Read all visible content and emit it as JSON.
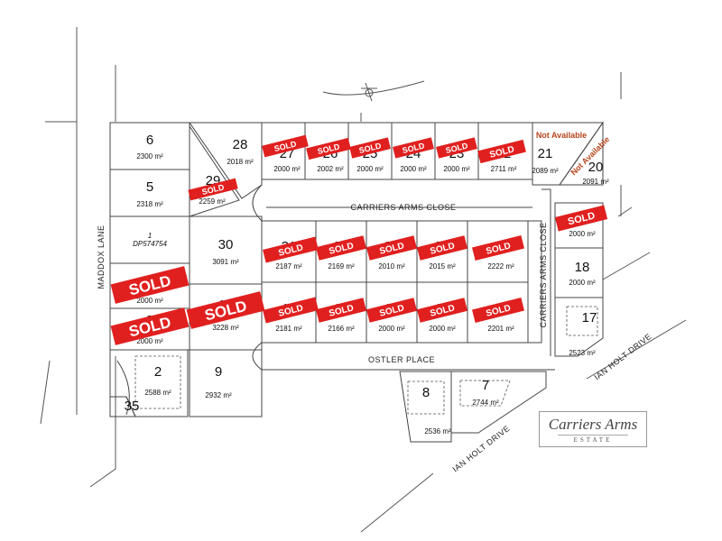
{
  "lots": [
    {
      "number": "6",
      "area": "2300 m²",
      "status": "available"
    },
    {
      "number": "5",
      "area": "2318 m²",
      "status": "available"
    },
    {
      "number": "4",
      "area": "2000 m²",
      "status": "sold"
    },
    {
      "number": "3",
      "area": "2000 m²",
      "status": "sold"
    },
    {
      "number": "2",
      "area": "2588 m²",
      "status": "available"
    },
    {
      "number": "35",
      "area": "",
      "status": "available"
    },
    {
      "number": "28",
      "area": "2018 m²",
      "status": "available"
    },
    {
      "number": "29",
      "area": "2259 m²",
      "status": "sold"
    },
    {
      "number": "30",
      "area": "3091 m²",
      "status": "available"
    },
    {
      "number": "10",
      "area": "3228 m²",
      "status": "sold"
    },
    {
      "number": "9",
      "area": "2932 m²",
      "status": "available"
    },
    {
      "number": "27",
      "area": "2000 m²",
      "status": "sold"
    },
    {
      "number": "26",
      "area": "2002 m²",
      "status": "sold"
    },
    {
      "number": "25",
      "area": "2000 m²",
      "status": "sold"
    },
    {
      "number": "24",
      "area": "2000 m²",
      "status": "sold"
    },
    {
      "number": "23",
      "area": "2000 m²",
      "status": "sold"
    },
    {
      "number": "22",
      "area": "2711 m²",
      "status": "sold"
    },
    {
      "number": "21",
      "area": "2089 m²",
      "status": "not-available"
    },
    {
      "number": "20",
      "area": "2091 m²",
      "status": "not-available"
    },
    {
      "number": "19",
      "area": "2000 m²",
      "status": "sold"
    },
    {
      "number": "18",
      "area": "2000 m²",
      "status": "available"
    },
    {
      "number": "17",
      "area": "2523 m²",
      "status": "available"
    },
    {
      "number": "31",
      "area": "2187 m²",
      "status": "sold"
    },
    {
      "number": "32",
      "area": "2169 m²",
      "status": "sold"
    },
    {
      "number": "33",
      "area": "2010 m²",
      "status": "sold"
    },
    {
      "number": "34",
      "area": "2015 m²",
      "status": "sold"
    },
    {
      "number": "36",
      "area": "2222 m²",
      "status": "sold"
    },
    {
      "number": "11",
      "area": "2181 m²",
      "status": "sold"
    },
    {
      "number": "12",
      "area": "2166 m²",
      "status": "sold"
    },
    {
      "number": "13",
      "area": "2000 m²",
      "status": "sold"
    },
    {
      "number": "14",
      "area": "2000 m²",
      "status": "sold"
    },
    {
      "number": "15",
      "area": "2201 m²",
      "status": "sold"
    },
    {
      "number": "8",
      "area": "2536 m²",
      "status": "available"
    },
    {
      "number": "7",
      "area": "2744 m²",
      "status": "available"
    }
  ],
  "lot_label": "1",
  "lot_dp": "DP574754",
  "labels": {
    "sold": "SOLD",
    "not_available": "Not Available"
  },
  "streets": {
    "maddox": "MADDOX   LANE",
    "carriers_close": "CARRIERS ARMS CLOSE",
    "carriers_close_vertical": "CARRIERS ARMS CLOSE",
    "ostler": "OSTLER PLACE",
    "ian_holt_1": "IAN HOLT DRIVE",
    "ian_holt_2": "IAN HOLT DRIVE"
  },
  "brand": {
    "name": "Carriers Arms",
    "sub": "ESTATE"
  },
  "colors": {
    "sold_banner": "#e0201f",
    "not_available": "#b5451b",
    "lines": "#444444"
  },
  "icons": {
    "north_arrow": "north-arrow-icon"
  }
}
